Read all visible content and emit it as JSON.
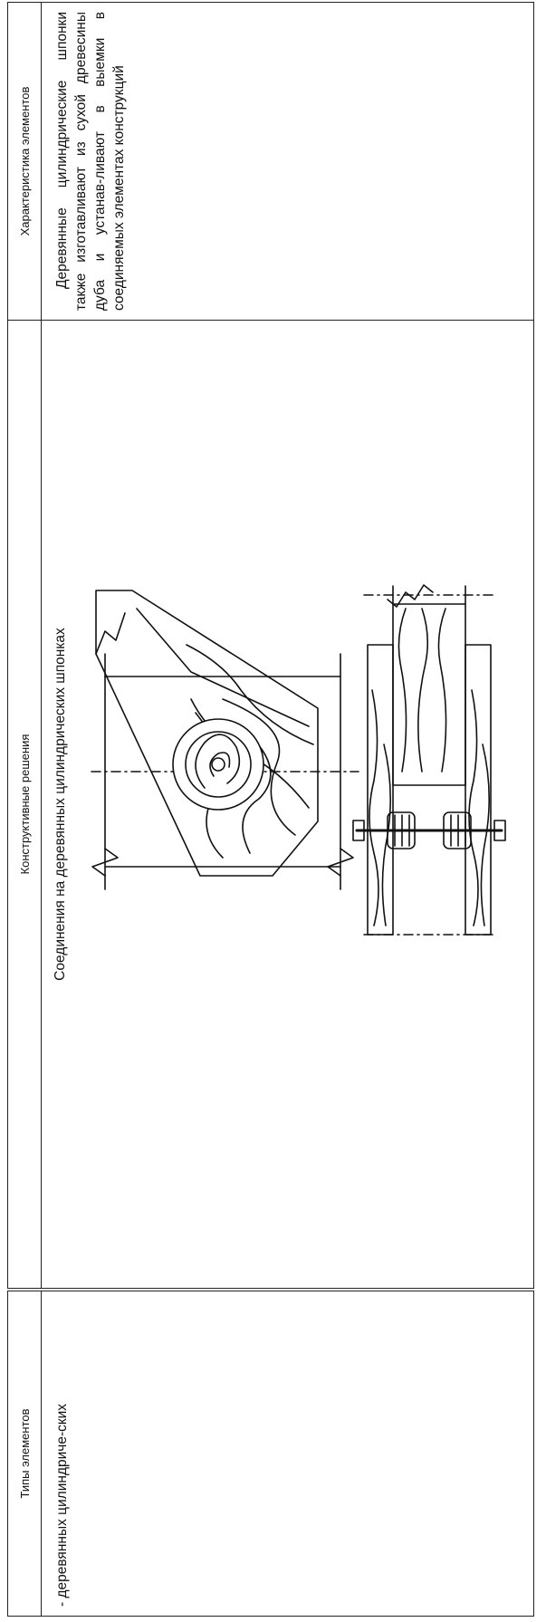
{
  "table": {
    "headers": [
      "Типы элементов",
      "Конструктивные решения",
      "Характеристика элементов"
    ],
    "row": {
      "type": "- деревянных цилиндриче-ских",
      "caption": "Соединения на деревянных цилиндрических шпонках",
      "description": "Деревянные цилиндрические шпонки также изготавливают из сухой древесины дуба и устанав-ливают в выемки в соединяемых элементах конструкций"
    }
  },
  "drawings": [
    {
      "name": "joint-plan-drawing",
      "description": ""
    },
    {
      "name": "joint-section-drawing",
      "description": ""
    }
  ]
}
